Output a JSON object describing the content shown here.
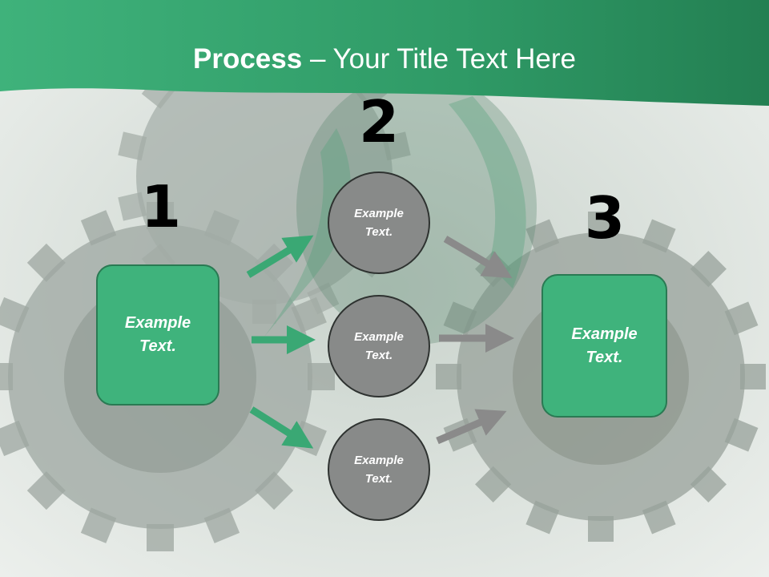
{
  "slide": {
    "title_bold": "Process",
    "title_rest": " – Your Title Text Here"
  },
  "steps": [
    {
      "number": "1",
      "box_text": "Example Text."
    },
    {
      "number": "2"
    },
    {
      "number": "3",
      "box_text": "Example Text."
    }
  ],
  "circles": [
    {
      "text": "Example Text."
    },
    {
      "text": "Example Text."
    },
    {
      "text": "Example Text."
    }
  ],
  "colors": {
    "header_green": "#3aa874",
    "box_green": "#3fb37c",
    "circle_gray": "#888a89",
    "arrow_green": "#3aa874",
    "arrow_gray": "#8a8a8a"
  }
}
